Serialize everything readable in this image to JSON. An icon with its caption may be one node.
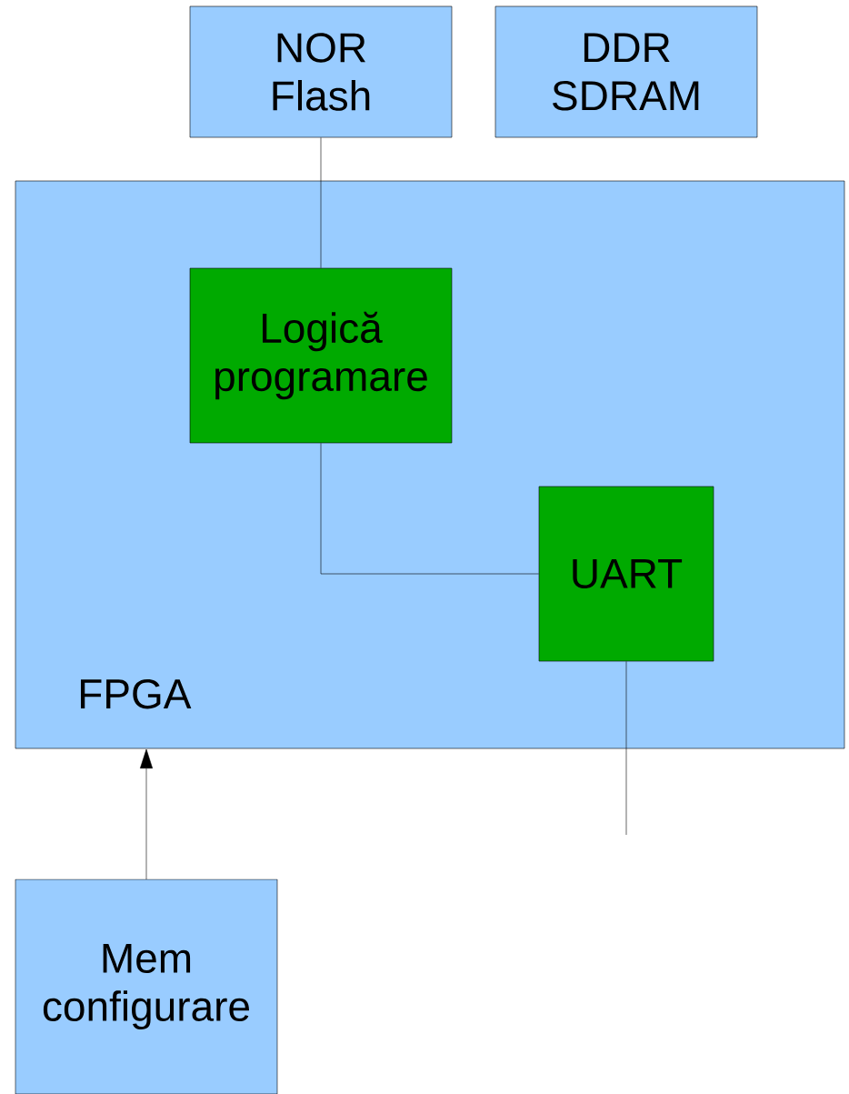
{
  "diagram": {
    "nodes": [
      {
        "text": [
          "NOR Flash"
        ]
      },
      {
        "text": [
          "DDR SDRAM"
        ]
      },
      {
        "text": [
          "FPGA"
        ]
      },
      {
        "text": [
          "Logică programare"
        ],
        "in": 2
      },
      {
        "text": [
          "UART"
        ],
        "in": 2
      },
      {
        "text": [
          "Mem configurare"
        ]
      }
    ],
    "edges": [
      {
        "from": 0,
        "to": 3,
        "arrow": "none"
      },
      {
        "from": 3,
        "to": 4,
        "arrow": "none"
      },
      {
        "from": 5,
        "to": 2,
        "arrow": "to"
      },
      {
        "from": 4,
        "to": null,
        "arrow": "none"
      }
    ]
  }
}
